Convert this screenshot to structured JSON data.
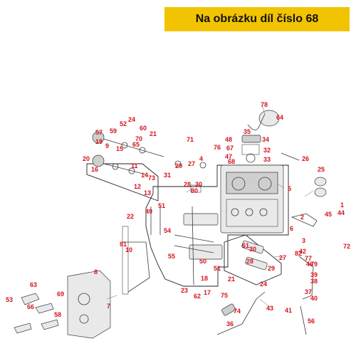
{
  "banner": {
    "text": "Na obrázku díl číslo 68"
  },
  "labels": [
    "1",
    "2",
    "3",
    "4",
    "5",
    "6",
    "7",
    "8",
    "9",
    "10",
    "11",
    "12",
    "13",
    "14",
    "15",
    "16",
    "17",
    "18",
    "19",
    "20",
    "21",
    "22",
    "23",
    "24",
    "25",
    "26",
    "27",
    "28",
    "29",
    "30",
    "31",
    "32",
    "33",
    "34",
    "35",
    "36",
    "37",
    "38",
    "39",
    "40",
    "41",
    "42",
    "43",
    "44",
    "45",
    "46",
    "47",
    "48",
    "49",
    "50",
    "51",
    "52",
    "53",
    "54",
    "55",
    "56",
    "57",
    "58",
    "59",
    "60",
    "61",
    "62",
    "63",
    "64",
    "65",
    "66",
    "67",
    "68",
    "69",
    "70",
    "71",
    "72",
    "73",
    "74",
    "75",
    "76",
    "77",
    "78",
    "79",
    "80",
    "81",
    "82"
  ],
  "highlight_part": "68"
}
